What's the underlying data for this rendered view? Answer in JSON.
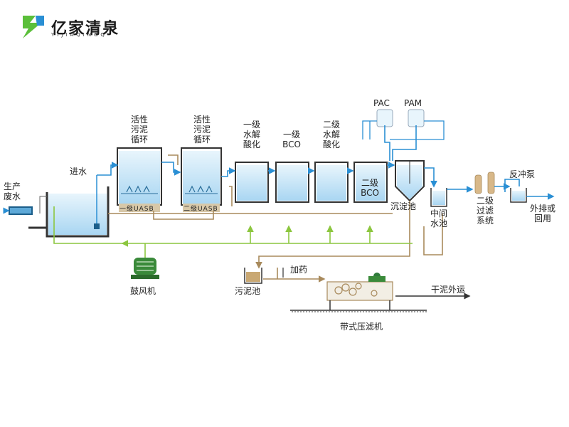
{
  "brand": {
    "name": "亿家清泉",
    "subtitle": "YIJIAQINGQ",
    "colors": {
      "green": "#5bbf3a",
      "blue": "#2a8fd4"
    }
  },
  "labels": {
    "production_wastewater": "生产\n废水",
    "inflow": "进水",
    "active_sludge_1": "活性\n污泥\n循环",
    "active_sludge_2": "活性\n污泥\n循环",
    "hydrolysis_1": "一级\n水解\n酸化",
    "bco_1": "一级\nBCO",
    "hydrolysis_2": "二级\n水解\n酸化",
    "bco_2": "二级\nBCO",
    "uasb_1": "一级UASB",
    "uasb_2": "二级UASB",
    "pac": "PAC",
    "pam": "PAM",
    "sedimentation": "沉淀池",
    "middle_pool": "中间\n水池",
    "secondary_filter": "二级\n过滤\n系统",
    "backwash_pump": "反冲泵",
    "discharge": "外排或\n回用",
    "blower": "鼓风机",
    "sludge_pool": "污泥池",
    "dosing": "加药",
    "dry_sludge": "干泥外运",
    "belt_press": "带式压滤机"
  },
  "colors": {
    "water_line": "#2a8fd4",
    "sludge_line": "#a88a5c",
    "air_line": "#8cc63f",
    "tank_fill": "#cfe9f8",
    "tank_outline": "#333333"
  }
}
